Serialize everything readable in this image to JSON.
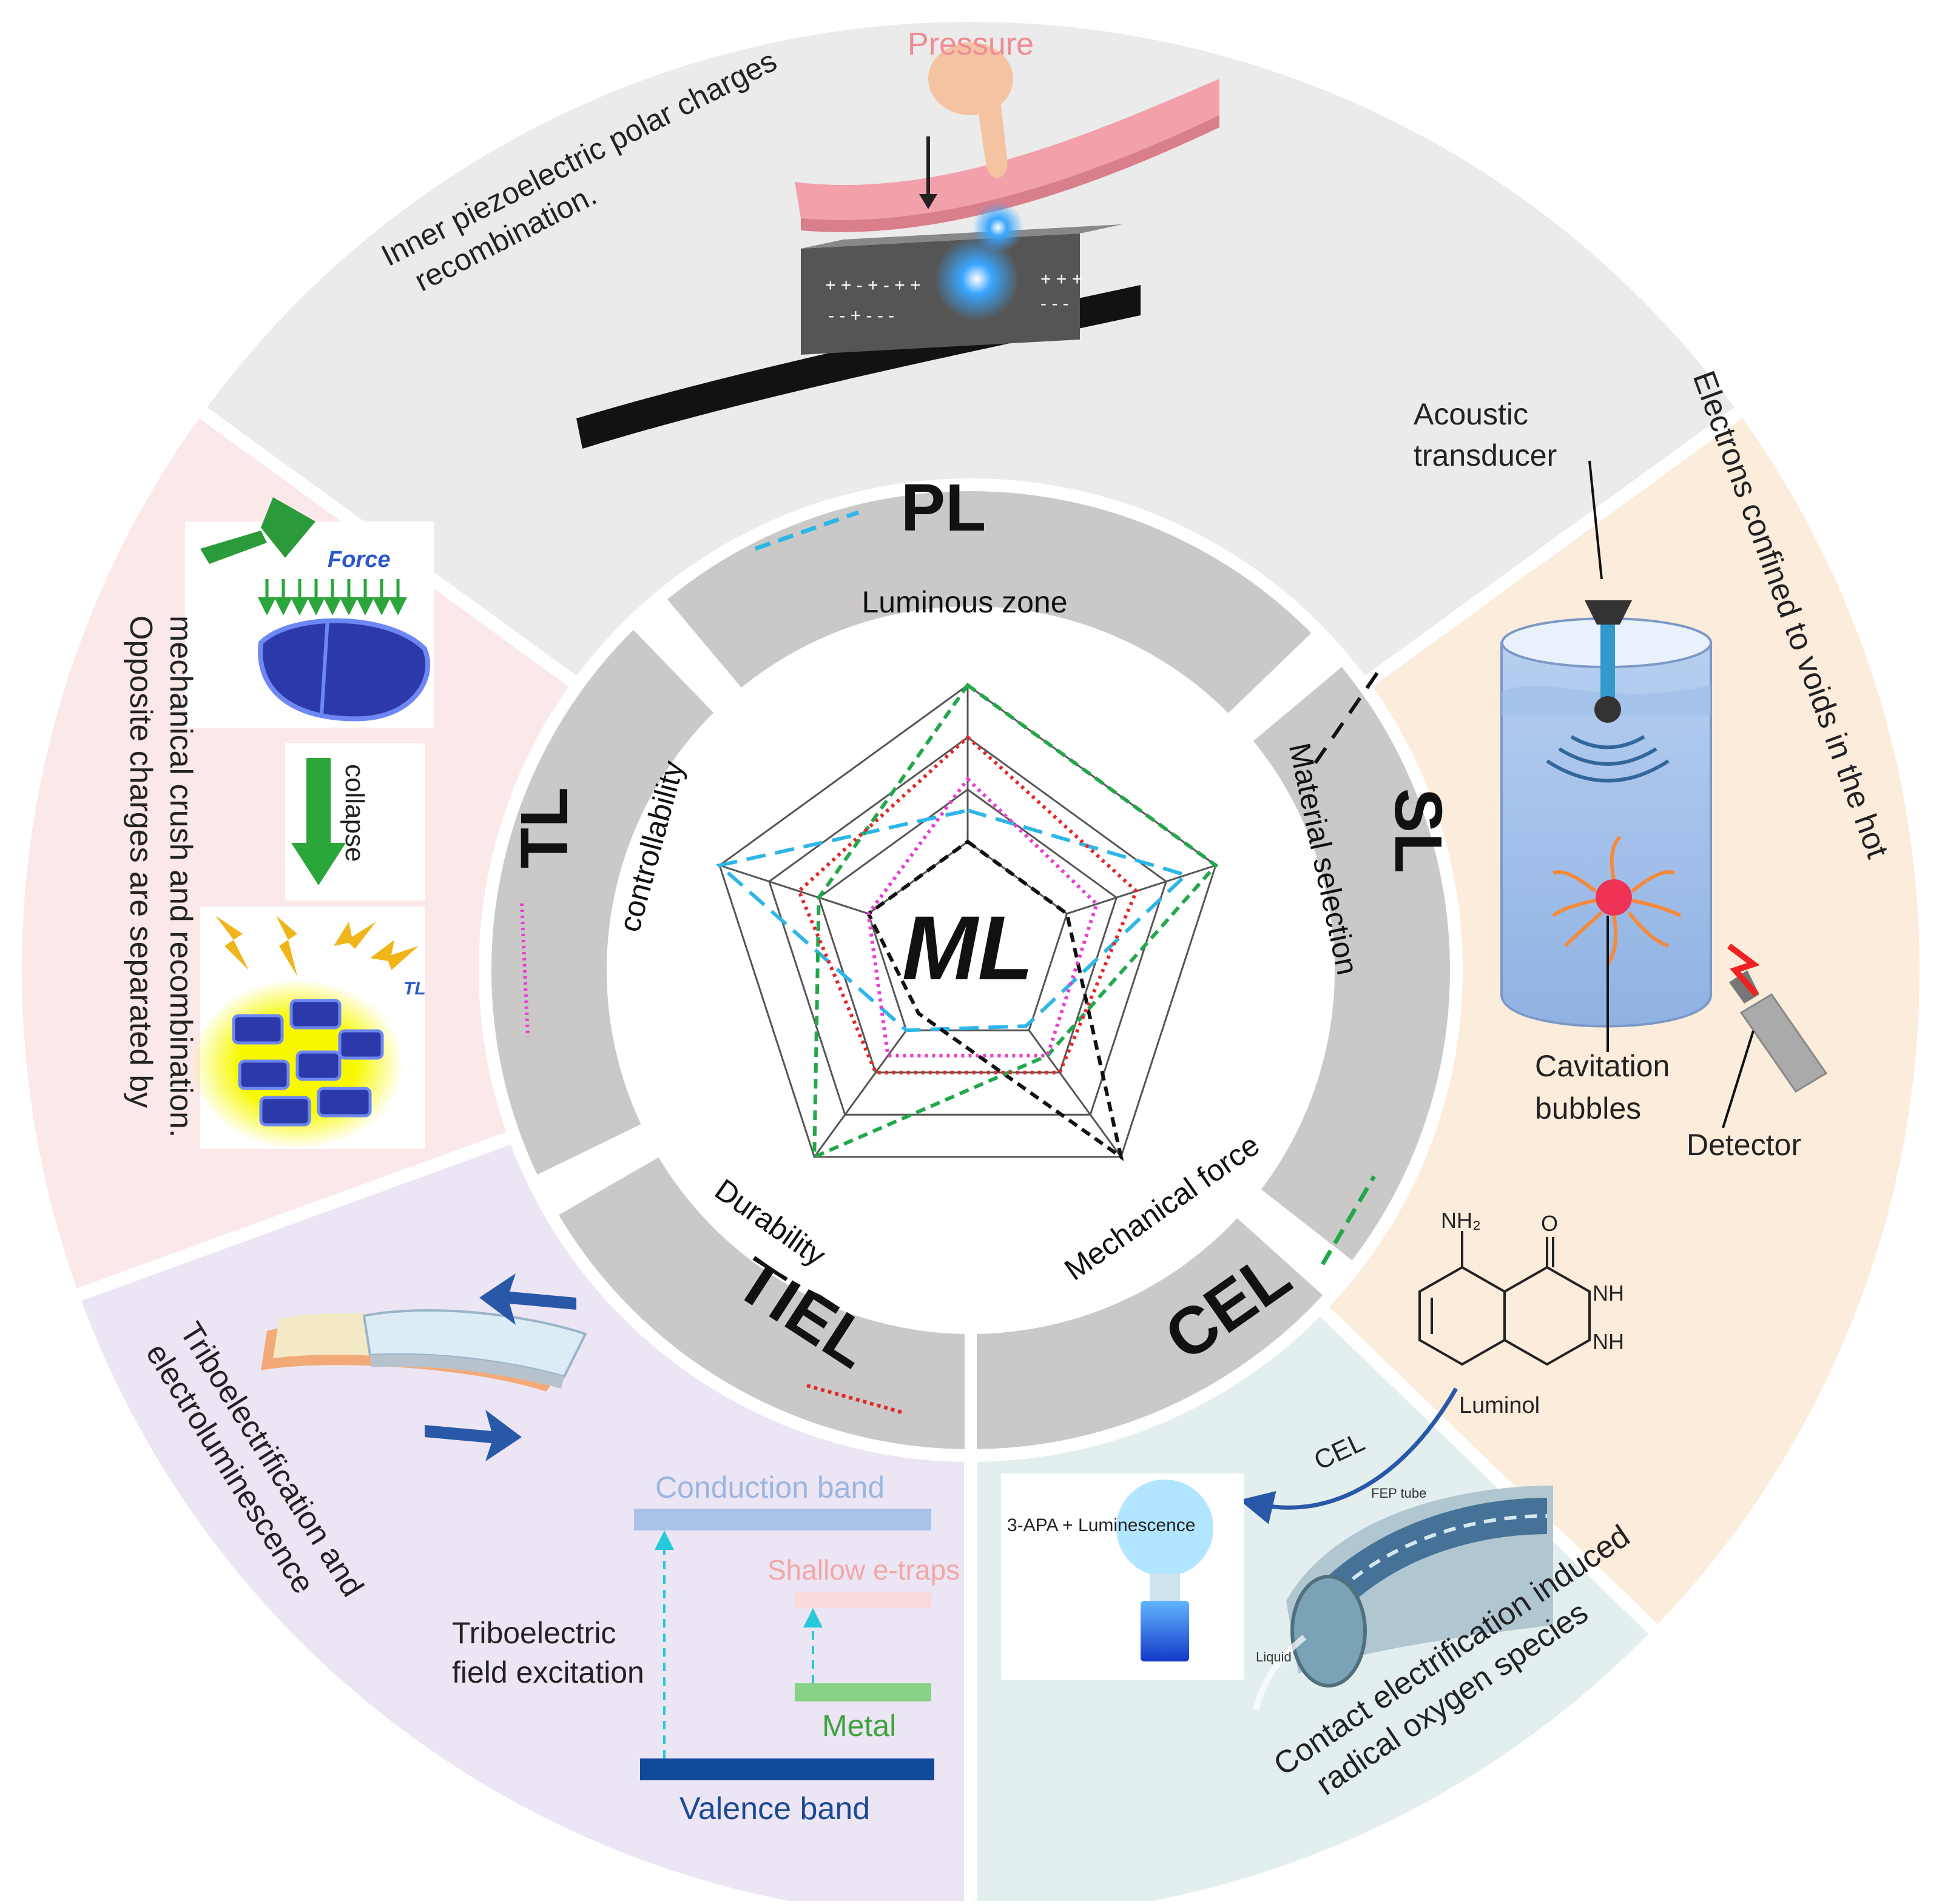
{
  "center": {
    "title": "ML",
    "axes": [
      "Luminous zone",
      "Material selection",
      "Mechanical force",
      "Durability",
      "controllability"
    ]
  },
  "mechanisms": {
    "pl": {
      "label": "PL",
      "description": "Inner piezoelectric polar charges recombination.",
      "pressure": "Pressure",
      "color": "#2db6e8"
    },
    "sl": {
      "label": "SL",
      "description": "Electrons confined to voids in the hot",
      "acoustic": "Acoustic transducer",
      "bubbles": "Cavitation bubbles",
      "detector": "Detector",
      "color": "#111111"
    },
    "cel": {
      "label": "CEL",
      "description": "Contact electrification induced radical oxygen species",
      "luminol": "Luminol",
      "arrow": "CEL",
      "nh2": "NH₂",
      "o": "O",
      "nh1": "NH",
      "nh2b": "NH",
      "product": "3-APA  +  Luminescence",
      "tube": "FEP tube",
      "liquid": "Liquid",
      "color": "#22a84a"
    },
    "tiel": {
      "label": "TIEL",
      "description": "Triboelectrification and electroluminescence",
      "conduction": "Conduction band",
      "shallow": "Shallow e-traps",
      "metal": "Metal",
      "valence": "Valence band",
      "excitation": "Triboelectric field excitation",
      "color": "#e02a2a"
    },
    "tl": {
      "label": "TL",
      "description": "Opposite charges are separated by mechanical crush and recombination.",
      "force": "Force",
      "collapse": "collapse",
      "tl_mark": "TL",
      "color": "#e83fd0"
    }
  },
  "colors": {
    "pl_bg": "#ebebeb",
    "sl_bg": "#fcecdc",
    "cel_bg": "#e3efee",
    "tiel_bg": "#ece5f3",
    "tl_bg": "#fbe8e9",
    "ring": "#cbc8c8"
  },
  "chart_data": {
    "type": "radar",
    "axes": [
      "Luminous zone",
      "Material selection",
      "Mechanical force",
      "Durability",
      "controllability"
    ],
    "scale": [
      0,
      5
    ],
    "series": [
      {
        "name": "PL",
        "values": [
          2.6,
          4.4,
          1.9,
          2.0,
          5.0
        ],
        "style": "dashed",
        "color": "#2db6e8"
      },
      {
        "name": "SL",
        "values": [
          2.0,
          2.0,
          5.0,
          1.6,
          2.0
        ],
        "style": "dashed",
        "color": "#111111"
      },
      {
        "name": "CEL",
        "values": [
          5.0,
          5.0,
          2.6,
          5.0,
          3.0
        ],
        "style": "dashed",
        "color": "#22a84a"
      },
      {
        "name": "TIEL",
        "values": [
          4.0,
          3.4,
          3.0,
          3.0,
          3.4
        ],
        "style": "dotted",
        "color": "#e02a2a"
      },
      {
        "name": "TL",
        "values": [
          3.2,
          2.6,
          2.6,
          2.6,
          2.0
        ],
        "style": "dotted",
        "color": "#e83fd0"
      }
    ]
  }
}
